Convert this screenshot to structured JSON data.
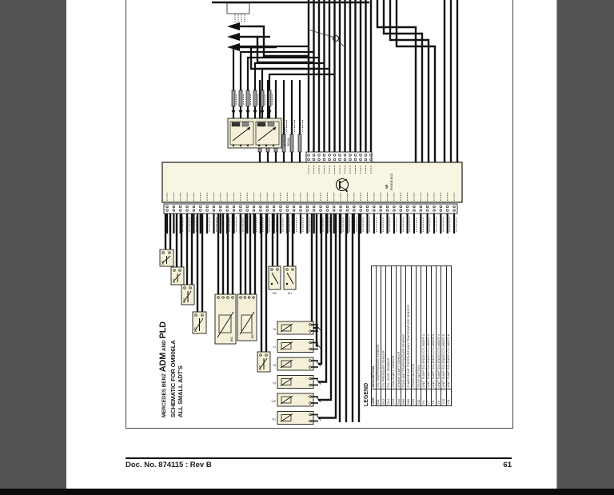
{
  "colors": {
    "panel_gray": "#545454",
    "page_white": "#ffffff",
    "component_fill": "#f5f1d8",
    "ecu_fill": "#f8f5e2",
    "wire_black": "#141414",
    "footer_text": "#1c1c1c"
  },
  "footer": {
    "doc_no": "Doc. No. 874115 : Rev B",
    "page_number": "61"
  },
  "title_block": {
    "brand_small": "MERCEDES BENZ",
    "big1": "ADM",
    "mid_small": "AND",
    "big2": "PLD",
    "line2": "SCHEMATIC FOR OM906LA",
    "line3": "ALL SMALL ADT'S"
  },
  "ecu": {
    "label_short": "MR",
    "label_long": "ENGINE ECU"
  },
  "pedal": {
    "label_line1": "ACCELERATOR",
    "label_line2": "PEDAL"
  },
  "components": {
    "sensors_small": [
      "B11",
      "B12",
      "B14",
      "B15"
    ],
    "sensors_big": [
      "B60",
      "B65"
    ],
    "sensor_crank": "B16",
    "buttons": [
      "S10",
      "S11"
    ],
    "solenoids": [
      "Y6",
      "Y7",
      "Y8",
      "Y9",
      "Y10",
      "Y11"
    ]
  },
  "legend": {
    "title": "LEGEND",
    "columns": [
      "UNIT",
      "DESCRIPTION"
    ],
    "rows": [
      {
        "unit": "B11",
        "desc": "OIL TEMPERATURE SENSOR"
      },
      {
        "unit": "B12",
        "desc": "OIL PRESSURE SENSOR"
      },
      {
        "unit": "B14",
        "desc": "OIL LEVEL SENSOR"
      },
      {
        "unit": "B15",
        "desc": "CAM SHAFT SENSOR"
      },
      {
        "unit": "B16",
        "desc": "CRANK SHAFT SENSOR"
      },
      {
        "unit": "B65",
        "desc": "COOLANT TEMPERATURE SENSOR"
      },
      {
        "unit": "B60",
        "desc": "CHARGE AIR PRESSURE AND TEMPERATURE SENSOR"
      },
      {
        "unit": "S10",
        "desc": "START BUTTON"
      },
      {
        "unit": "S11",
        "desc": "STOP BUTTON"
      },
      {
        "unit": "Y6",
        "desc": "UNIT PUMP SOLENOID CYLINDER 1"
      },
      {
        "unit": "Y7",
        "desc": "UNIT PUMP SOLENOID CYLINDER 2"
      },
      {
        "unit": "Y8",
        "desc": "UNIT PUMP SOLENOID CYLINDER 3"
      },
      {
        "unit": "Y9",
        "desc": "UNIT PUMP SOLENOID CYLINDER 4"
      },
      {
        "unit": "Y10",
        "desc": "UNIT PUMP SOLENOID CYLINDER 5"
      },
      {
        "unit": "Y11",
        "desc": "UNIT PUMP SOLENOID CYLINDER 6"
      }
    ]
  }
}
